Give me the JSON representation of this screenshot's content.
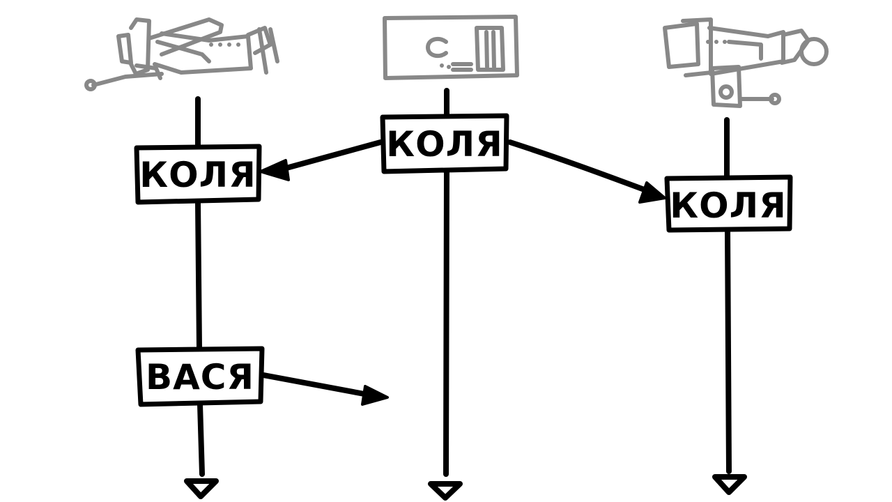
{
  "diagram": {
    "columns": [
      {
        "id": "left",
        "icon": "telescope-icon"
      },
      {
        "id": "center",
        "icon": "server-icon"
      },
      {
        "id": "right",
        "icon": "telescope-icon"
      }
    ],
    "messages": {
      "center_top": "КОЛЯ",
      "left_top": "КОЛЯ",
      "right_top": "КОЛЯ",
      "left_bottom": "ВАСЯ"
    },
    "colors": {
      "ink": "#000000",
      "icon": "#888888",
      "background": "#ffffff"
    }
  }
}
